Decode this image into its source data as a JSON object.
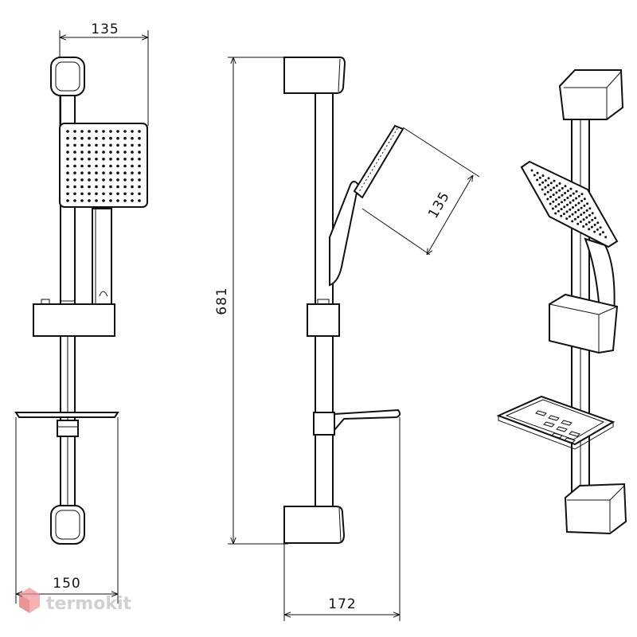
{
  "dimensions": {
    "front_top_width": "135",
    "front_bottom_width": "150",
    "side_height": "681",
    "side_depth": "172",
    "head_size": "135"
  },
  "watermark": {
    "text": "termokit",
    "color": "#c9c9c9",
    "accent": "#e85a5a"
  },
  "colors": {
    "line": "#111111",
    "background": "#ffffff"
  }
}
